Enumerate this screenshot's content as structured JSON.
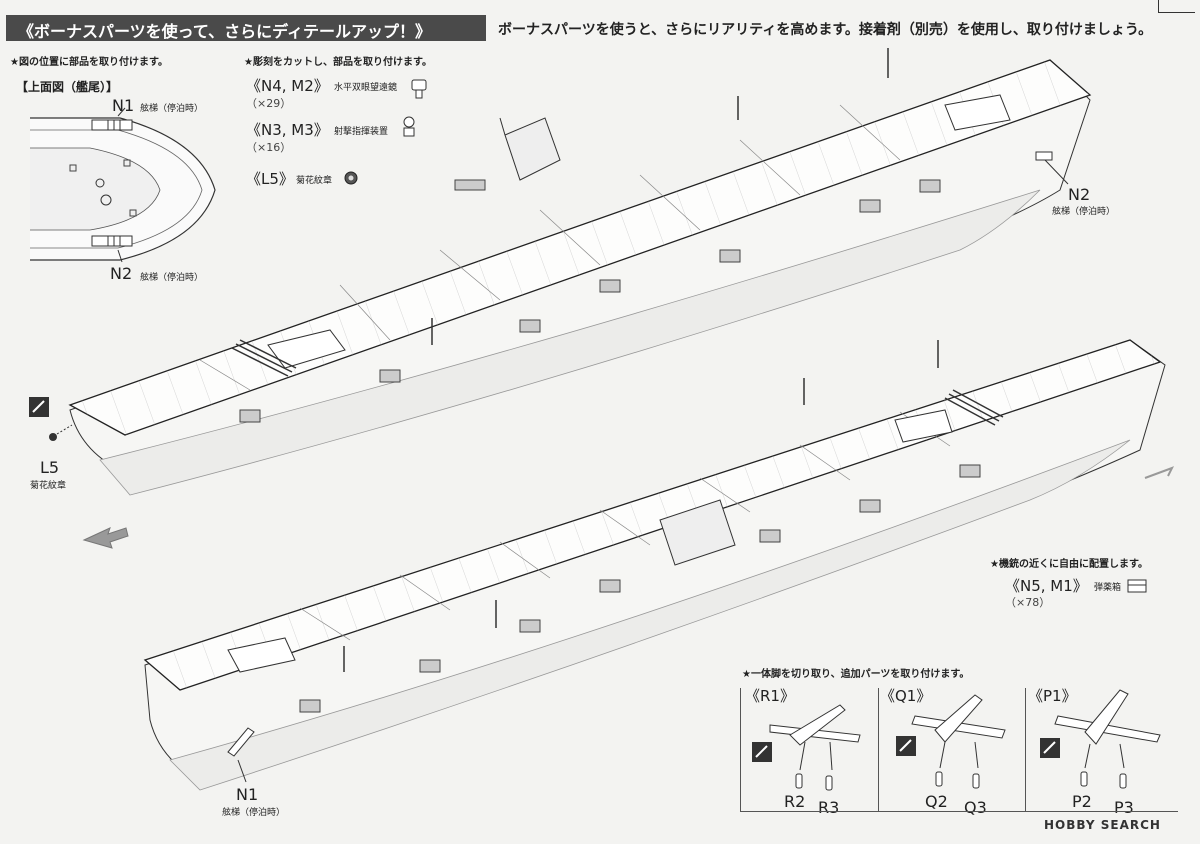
{
  "header": {
    "title": "《ボーナスパーツを使って、さらにディテールアップ！》",
    "description": "ボーナスパーツを使うと、さらにリアリティを高めます。接着剤（別売）を使用し、取り付けましょう。"
  },
  "notes": {
    "position_note": "★図の位置に部品を取り付けます。",
    "carve_note": "★彫刻をカットし、部品を取り付けます。",
    "gun_note": "★機銃の近くに自由に配置します。",
    "leg_note": "★一体脚を切り取り、追加パーツを取り付けます。"
  },
  "top_view": {
    "title": "【上面図（艦尾）】",
    "n1_code": "N1",
    "n1_label": "舷梯（停泊時）",
    "n2_code": "N2",
    "n2_label": "舷梯（停泊時）"
  },
  "parts": [
    {
      "code": "《N4, M2》",
      "name": "水平双眼望遠鏡",
      "qty": "（×29）"
    },
    {
      "code": "《N3, M3》",
      "name": "射撃指揮装置",
      "qty": "（×16）"
    },
    {
      "code": "《L5》",
      "name": "菊花紋章",
      "qty": ""
    }
  ],
  "ammo_part": {
    "code": "《N5, M1》",
    "name": "弾薬箱",
    "qty": "（×78）"
  },
  "callouts": {
    "n2_code": "N2",
    "n2_label": "舷梯（停泊時）",
    "l5_code": "L5",
    "l5_label": "菊花紋章",
    "n1_code": "N1",
    "n1_label": "舷梯（停泊時）"
  },
  "aircraft": [
    {
      "title": "《R1》",
      "part_a": "R2",
      "part_b": "R3"
    },
    {
      "title": "《Q1》",
      "part_a": "Q2",
      "part_b": "Q3"
    },
    {
      "title": "《P1》",
      "part_a": "P2",
      "part_b": "P3"
    }
  ],
  "watermark": "HOBBY SEARCH"
}
